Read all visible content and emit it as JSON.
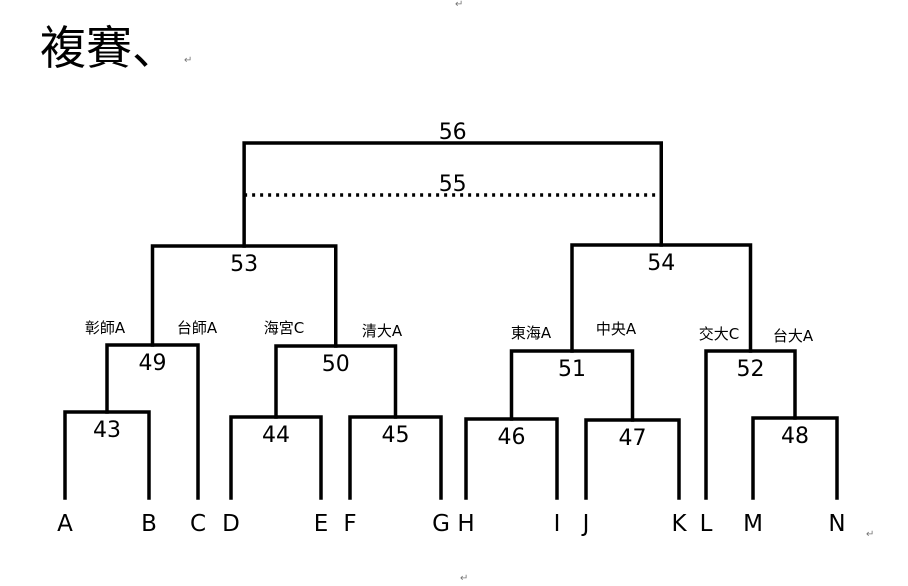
{
  "heading": "複賽、",
  "paragraph_mark": "↵",
  "teams": [
    "A",
    "B",
    "C",
    "D",
    "E",
    "F",
    "G",
    "H",
    "I",
    "J",
    "K",
    "L",
    "M",
    "N"
  ],
  "matches": [
    {
      "id": "43",
      "children": [
        "A",
        "B"
      ]
    },
    {
      "id": "44",
      "children": [
        "D",
        "E"
      ]
    },
    {
      "id": "45",
      "children": [
        "F",
        "G"
      ]
    },
    {
      "id": "46",
      "children": [
        "H",
        "I"
      ]
    },
    {
      "id": "47",
      "children": [
        "J",
        "K"
      ]
    },
    {
      "id": "48",
      "children": [
        "M",
        "N"
      ]
    },
    {
      "id": "49",
      "children": [
        "43",
        "C"
      ]
    },
    {
      "id": "50",
      "children": [
        "44",
        "45"
      ]
    },
    {
      "id": "51",
      "children": [
        "46",
        "47"
      ]
    },
    {
      "id": "52",
      "children": [
        "L",
        "48"
      ]
    },
    {
      "id": "53",
      "children": [
        "49",
        "50"
      ]
    },
    {
      "id": "54",
      "children": [
        "51",
        "52"
      ]
    },
    {
      "id": "55",
      "children": [
        "53",
        "54"
      ],
      "style": "dotted"
    },
    {
      "id": "56",
      "children": [
        "53",
        "54"
      ]
    }
  ],
  "seed_labels": [
    {
      "text": "彰師A",
      "near": "49-left"
    },
    {
      "text": "台師A",
      "near": "49-right"
    },
    {
      "text": "海宮C",
      "near": "50-left"
    },
    {
      "text": "清大A",
      "near": "50-right"
    },
    {
      "text": "東海A",
      "near": "51-left"
    },
    {
      "text": "中央A",
      "near": "51-right"
    },
    {
      "text": "交大C",
      "near": "52-left"
    },
    {
      "text": "台大A",
      "near": "52-right"
    }
  ]
}
